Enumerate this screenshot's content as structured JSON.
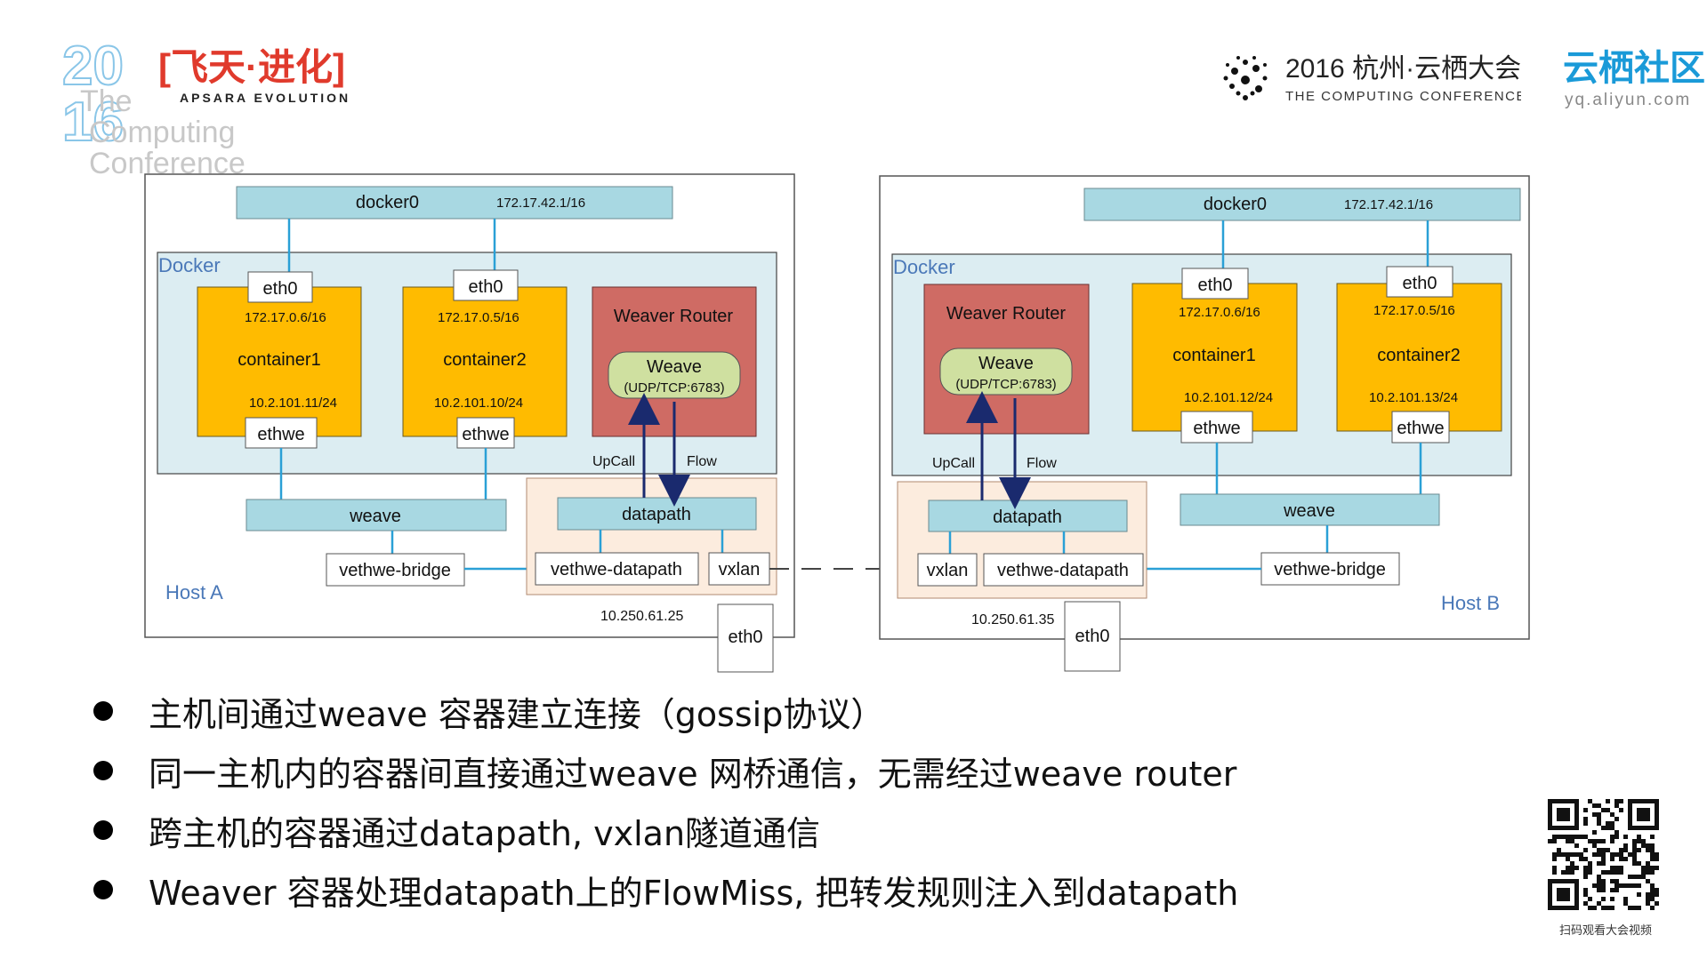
{
  "header": {
    "logo_left": {
      "year_top": "20",
      "year_bottom": "16",
      "title_cn": "[飞天·进化]",
      "title_en": "APSARA EVOLUTION",
      "subtitle_1": "The",
      "subtitle_2": "Computing",
      "subtitle_3": "Conference"
    },
    "logo_right": {
      "event_cn": "2016 杭州·云栖大会",
      "event_en": "THE COMPUTING CONFERENCE",
      "brand_cn": "云栖社区",
      "brand_url": "yq.aliyun.com"
    }
  },
  "diagram": {
    "host_a": {
      "label": "Host A",
      "docker0": "docker0",
      "docker0_ip": "172.17.42.1/16",
      "docker_label": "Docker",
      "container1": {
        "name": "container1",
        "eth0": "eth0",
        "ip": "172.17.0.6/16",
        "weave_ip": "10.2.101.11/24",
        "ethwe": "ethwe"
      },
      "container2": {
        "name": "container2",
        "eth0": "eth0",
        "ip": "172.17.0.5/16",
        "weave_ip": "10.2.101.10/24",
        "ethwe": "ethwe"
      },
      "router": {
        "title": "Weaver Router",
        "weave": "Weave",
        "port": "(UDP/TCP:6783)"
      },
      "upcall": "UpCall",
      "flow": "Flow",
      "weave_bridge": "weave",
      "vethwe_bridge": "vethwe-bridge",
      "datapath": "datapath",
      "vethwe_datapath": "vethwe-datapath",
      "vxlan": "vxlan",
      "host_ip": "10.250.61.25",
      "eth0": "eth0"
    },
    "host_b": {
      "label": "Host B",
      "docker0": "docker0",
      "docker0_ip": "172.17.42.1/16",
      "docker_label": "Docker",
      "container1": {
        "name": "container1",
        "eth0": "eth0",
        "ip": "172.17.0.6/16",
        "weave_ip": "10.2.101.12/24",
        "ethwe": "ethwe"
      },
      "container2": {
        "name": "container2",
        "eth0": "eth0",
        "ip": "172.17.0.5/16",
        "weave_ip": "10.2.101.13/24",
        "ethwe": "ethwe"
      },
      "router": {
        "title": "Weaver Router",
        "weave": "Weave",
        "port": "(UDP/TCP:6783)"
      },
      "upcall": "UpCall",
      "flow": "Flow",
      "weave_bridge": "weave",
      "vethwe_bridge": "vethwe-bridge",
      "datapath": "datapath",
      "vethwe_datapath": "vethwe-datapath",
      "vxlan": "vxlan",
      "host_ip": "10.250.61.35",
      "eth0": "eth0"
    }
  },
  "bullets": [
    "主机间通过weave 容器建立连接（gossip协议）",
    "同一主机内的容器间直接通过weave 网桥通信，无需经过weave router",
    "跨主机的容器通过datapath, vxlan隧道通信",
    "Weaver 容器处理datapath上的FlowMiss, 把转发规则注入到datapath"
  ],
  "qr": {
    "caption": "扫码观看大会视频"
  },
  "colors": {
    "bridge": "#a8d8e2",
    "docker_bg": "#dcedf2",
    "container": "#ffbb00",
    "router": "#cf6b64",
    "weave_pill": "#cfe0a0",
    "datapath_bg": "#fcecde",
    "link": "#2aa0d6",
    "label_blue": "#4a78b8",
    "arrow": "#1a2a6e"
  }
}
